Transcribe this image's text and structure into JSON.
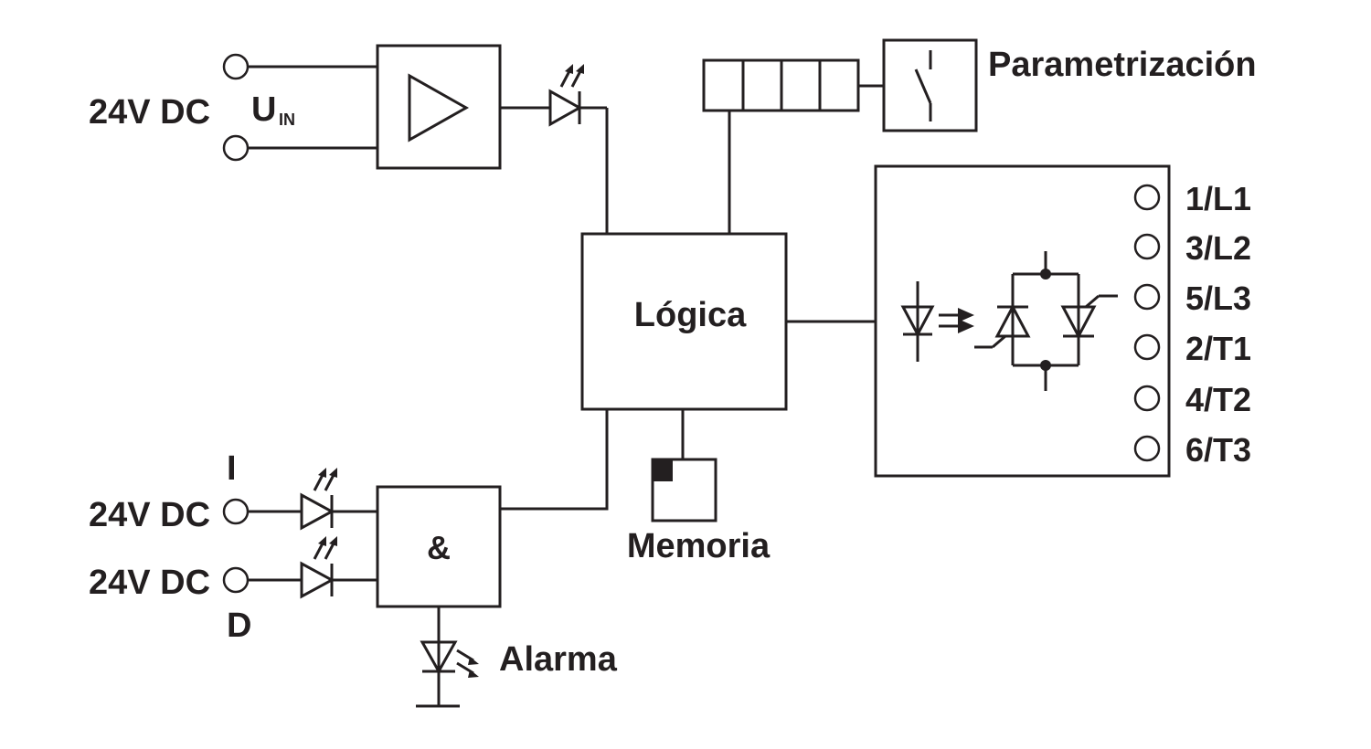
{
  "inputs": {
    "supply_voltage": "24V DC",
    "supply_symbol": "U",
    "supply_subscript": "IN",
    "input_i_label": "I",
    "input_i_voltage": "24V DC",
    "input_d_voltage": "24V DC",
    "input_d_label": "D"
  },
  "blocks": {
    "amplifier": "",
    "logic": "Lógica",
    "and_gate": "&",
    "memory": "Memoria",
    "parametrization": "Parametrización",
    "alarm": "Alarma"
  },
  "output_terminals": [
    "1/L1",
    "3/L2",
    "5/L3",
    "2/T1",
    "4/T2",
    "6/T3"
  ],
  "colors": {
    "line": "#231f20",
    "background": "#ffffff"
  }
}
